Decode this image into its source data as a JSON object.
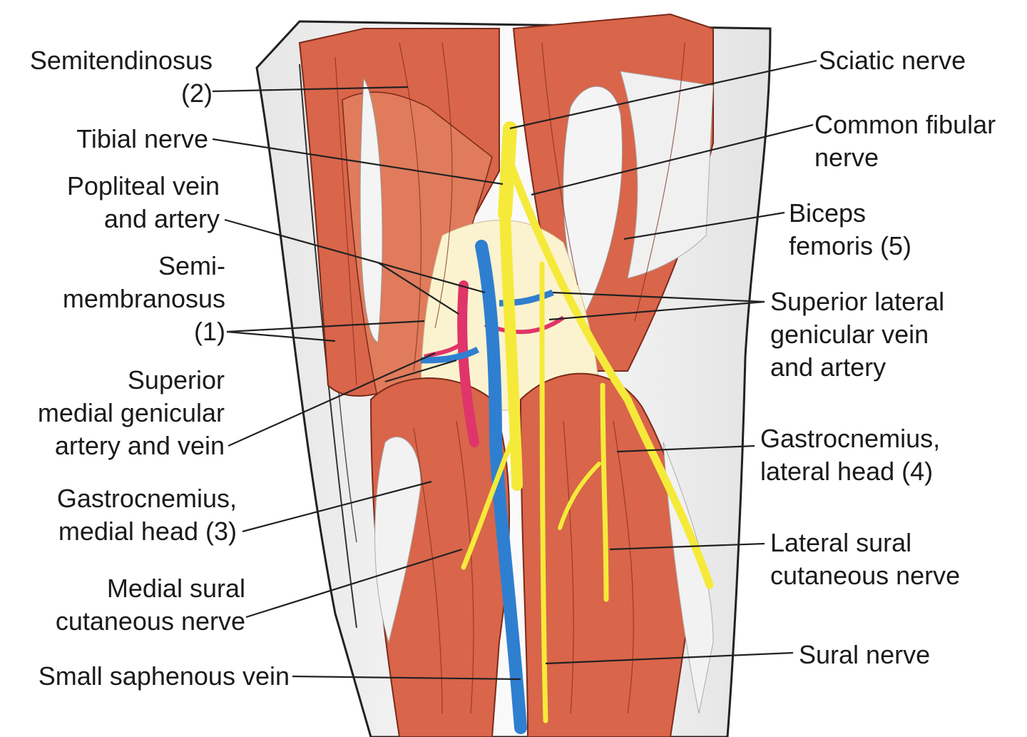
{
  "colors": {
    "muscle": "#d9654a",
    "muscle_light": "#ee9a7a",
    "skin": "#f2f2f2",
    "nerve": "#f5ea3a",
    "vein": "#2f7fd0",
    "artery": "#e0356a",
    "fat": "#fbf3cf",
    "line": "#222222"
  },
  "labels": {
    "semitendinosus": [
      "Semitendinosus",
      "(2)"
    ],
    "tibial_nerve": [
      "Tibial nerve"
    ],
    "popliteal": [
      "Popliteal vein",
      "and artery"
    ],
    "semimembranosus": [
      "Semi-",
      "membranosus",
      "(1)"
    ],
    "sup_medial": [
      "Superior",
      "medial genicular",
      "artery and vein"
    ],
    "gastro_medial": [
      "Gastrocnemius,",
      "medial head (3)"
    ],
    "medial_sural": [
      "Medial sural",
      "cutaneous nerve"
    ],
    "small_saphenous": [
      "Small saphenous vein"
    ],
    "sciatic": [
      "Sciatic nerve"
    ],
    "common_fibular": [
      "Common fibular",
      "nerve"
    ],
    "biceps": [
      "Biceps",
      "femoris (5)"
    ],
    "sup_lateral": [
      "Superior lateral",
      "genicular vein",
      "and artery"
    ],
    "gastro_lateral": [
      "Gastrocnemius,",
      "lateral head (4)"
    ],
    "lateral_sural": [
      "Lateral sural",
      "cutaneous nerve"
    ],
    "sural": [
      "Sural nerve"
    ]
  }
}
